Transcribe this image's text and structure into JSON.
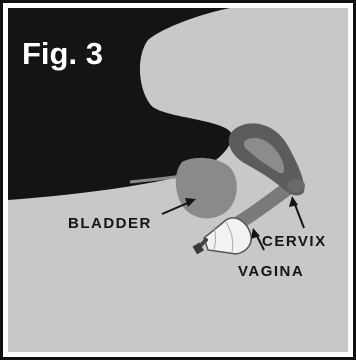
{
  "figure": {
    "title": "Fig. 3",
    "labels": {
      "bladder": "BLADDER",
      "cervix": "CERVIX",
      "vagina": "VAGINA"
    }
  },
  "colors": {
    "frame": "#111111",
    "background": "#141414",
    "body": "#c8c8c8",
    "bladder": "#8a8a8a",
    "uterus": "#5c5c5c",
    "uterus_inner": "#8c8c8c",
    "vaginal_canal": "#7a7a7a",
    "cup": "#f2f2f2",
    "label_text": "#151515",
    "title_text": "#ffffff"
  }
}
